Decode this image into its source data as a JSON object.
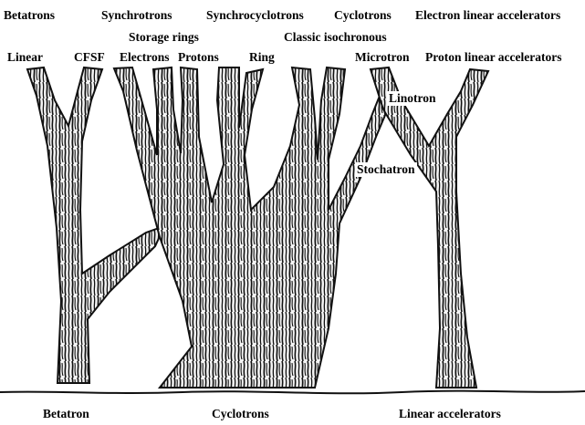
{
  "top_labels": {
    "betatrons": "Betatrons",
    "synchrotrons": "Synchrotrons",
    "synchrocyclotrons": "Synchrocyclotrons",
    "cyclotrons": "Cyclotrons",
    "electron_linear": "Electron linear accelerators",
    "storage_rings": "Storage rings",
    "classic_isochronous": "Classic isochronous",
    "linear": "Linear",
    "cfsf": "CFSF",
    "electrons": "Electrons",
    "protons": "Protons",
    "ring": "Ring",
    "microtron": "Microtron",
    "proton_linear": "Proton linear accelerators"
  },
  "inner_labels": {
    "linotron": "Linotron",
    "stochatron": "Stochatron"
  },
  "bottom_labels": {
    "betatron": "Betatron",
    "cyclotrons": "Cyclotrons",
    "linear_accelerators": "Linear accelerators"
  },
  "colors": {
    "bark_dark": "#111111",
    "bark_light": "#f4f4f4",
    "background": "#ffffff"
  }
}
